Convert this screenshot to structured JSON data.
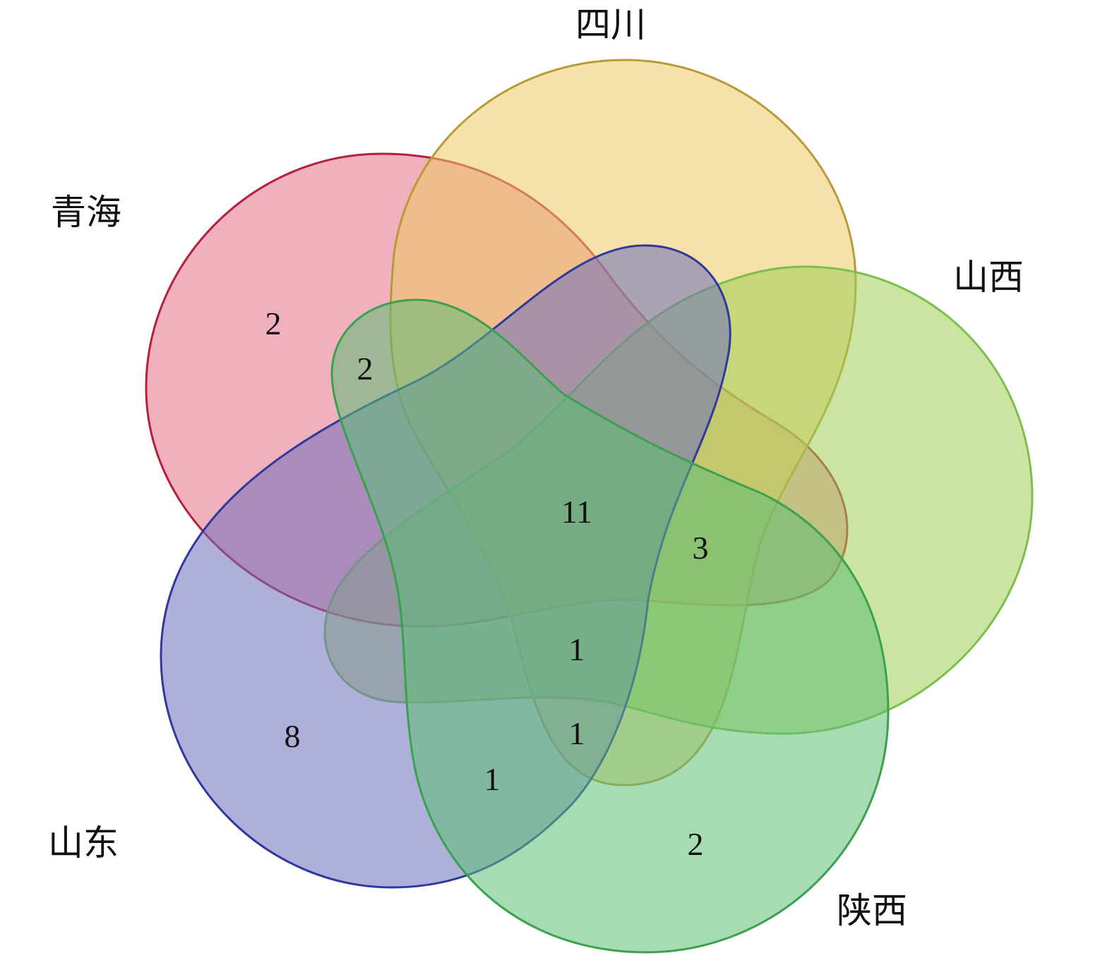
{
  "diagram": {
    "type": "venn-5",
    "sets": [
      {
        "name": "青海",
        "fill": "#e66f87",
        "stroke": "#b5203c"
      },
      {
        "name": "四川",
        "fill": "#ecc863",
        "stroke": "#b89a38"
      },
      {
        "name": "山西",
        "fill": "#9fcf55",
        "stroke": "#7cc04a"
      },
      {
        "name": "山东",
        "fill": "#6e6fbb",
        "stroke": "#3038a0"
      },
      {
        "name": "陕西",
        "fill": "#5cbe74",
        "stroke": "#3aa14e"
      }
    ],
    "counts": {
      "qinghai_only": "2",
      "qinghai_sichuan_shaanxi": "2",
      "all_five": "11",
      "sichuan_shanxi_shaanxi_qinghai": "3",
      "center_lower": "1",
      "sichuan_shandong_shaanxi": "1",
      "shandong_shaanxi": "1",
      "shandong_only": "8",
      "shaanxi_only": "2"
    }
  }
}
